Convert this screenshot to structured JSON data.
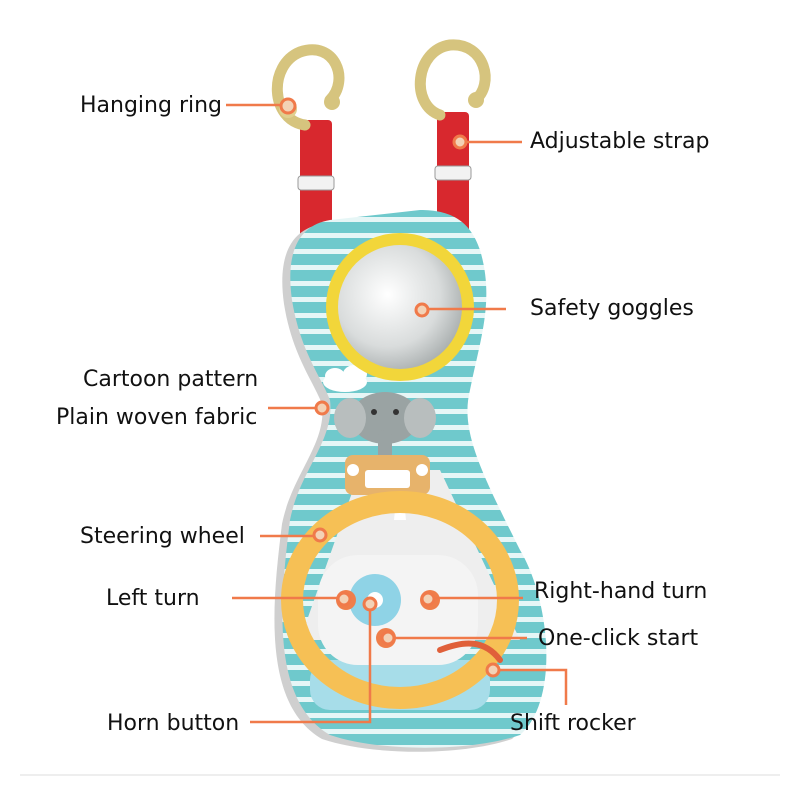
{
  "colors": {
    "leader": "#f07a4a",
    "teal": "#6fc9cc",
    "stripe": "#e6f6f6",
    "strap": "#d8282e",
    "ring": "#d6c47e",
    "wheel": "#f6c055",
    "wheel_base": "#a7dde9",
    "mirror_frame": "#f2d63a"
  },
  "labels": {
    "hanging_ring": "Hanging ring",
    "adjustable_strap": "Adjustable strap",
    "safety_goggles": "Safety goggles",
    "cartoon_pattern": "Cartoon pattern",
    "plain_woven_fabric": "Plain woven fabric",
    "steering_wheel": "Steering wheel",
    "left_turn": "Left turn",
    "right_hand_turn": "Right-hand turn",
    "one_click_start": "One-click start",
    "horn_button": "Horn button",
    "shift_rocker": "Shift rocker"
  }
}
